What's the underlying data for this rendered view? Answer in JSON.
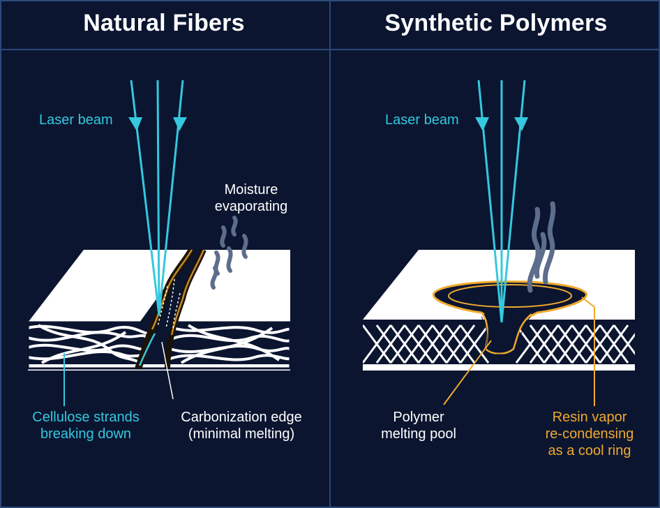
{
  "panels": [
    {
      "title": "Natural Fibers",
      "beam_label": "Laser beam",
      "moisture_label": [
        "Moisture",
        "evaporating"
      ],
      "strands_label": [
        "Cellulose strands",
        "breaking down"
      ],
      "edge_label": [
        "Carbonization edge",
        "(minimal melting)"
      ]
    },
    {
      "title": "Synthetic Polymers",
      "beam_label": "Laser beam",
      "pool_label": [
        "Polymer",
        "melting pool"
      ],
      "vapor_label": [
        "Resin vapor",
        "re-condensing",
        "as a cool ring"
      ]
    }
  ],
  "colors": {
    "background": "#0b1530",
    "border": "#2b4a7a",
    "beam": "#35c8de",
    "gold": "#f0a92e",
    "vapor": "#5d6e8c",
    "fabric": "#ffffff"
  }
}
